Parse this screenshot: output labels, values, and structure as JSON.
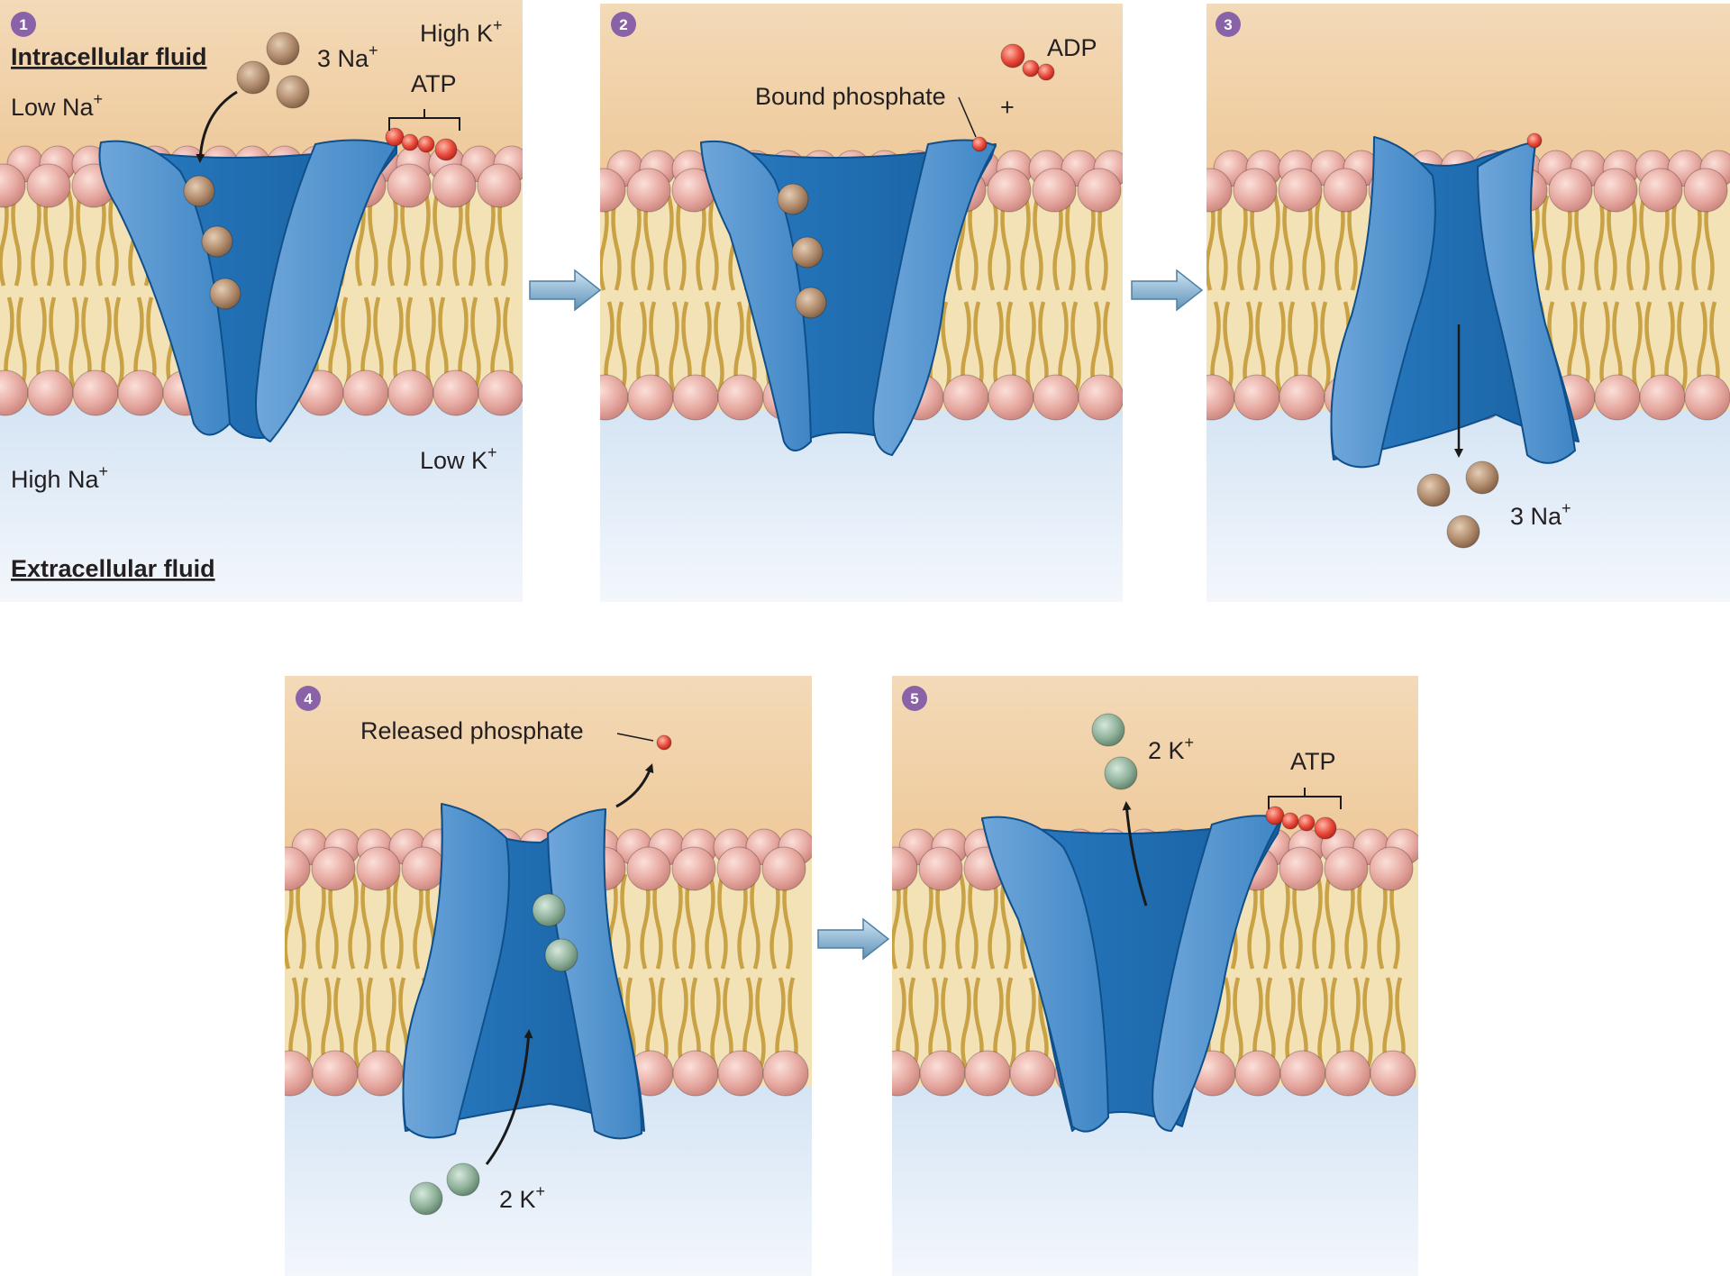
{
  "colors": {
    "intracellular": "#efc795",
    "extracellular": "#cfe1f1",
    "membrane_core": "#f3e2b6",
    "lipid_tail": "#c9a245",
    "lipid_head": "#e6a9a1",
    "protein": "#1c6fb8",
    "protein_light": "#5f9ad1",
    "sodium": "#b08a6b",
    "potassium": "#8fb19a",
    "phosphate": "#e8483a",
    "step_badge": "#8a62a8",
    "arrow": "#6a9ec0"
  },
  "panel1": {
    "step": "1",
    "intracellular_label": "Intracellular fluid",
    "extracellular_label": "Extracellular fluid",
    "low_na": "Low Na",
    "high_na": "High Na",
    "high_k": "High K",
    "low_k": "Low K",
    "plus": "+",
    "na_count": "3 Na",
    "atp": "ATP"
  },
  "panel2": {
    "step": "2",
    "bound_phosphate": "Bound phosphate",
    "adp": "ADP",
    "plus": "+"
  },
  "panel3": {
    "step": "3",
    "na_count": "3 Na",
    "plus": "+"
  },
  "panel4": {
    "step": "4",
    "released_phosphate": "Released phosphate",
    "k_count": "2 K",
    "plus": "+"
  },
  "panel5": {
    "step": "5",
    "k_count": "2 K",
    "atp": "ATP",
    "plus": "+"
  }
}
